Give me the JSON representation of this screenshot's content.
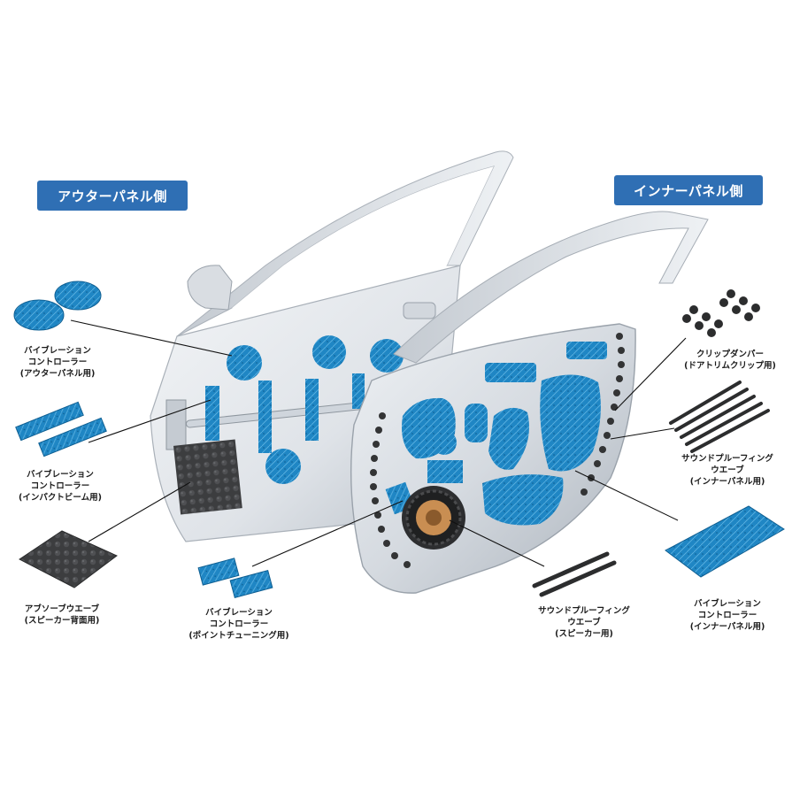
{
  "headers": {
    "outer": "アウターパネル側",
    "inner": "インナーパネル側"
  },
  "colors": {
    "badge": "#2f6fb4",
    "pad": "#1f86c4",
    "pad_dark": "#145f93",
    "foam": "#3c3d3f",
    "door_light": "#e9ecef",
    "door_mid": "#c9ced4",
    "door_dark": "#9ea5ad",
    "leader": "#111111"
  },
  "labels": {
    "outer_panel_controller": [
      "バイブレーション",
      "コントローラー",
      "(アウターパネル用)"
    ],
    "impact_beam_controller": [
      "バイブレーション",
      "コントローラー",
      "(インパクトビーム用)"
    ],
    "absorb_wave": [
      "アブソーブウエーブ",
      "(スピーカー背面用)"
    ],
    "point_tuning_controller": [
      "バイブレーション",
      "コントローラー",
      "(ポイントチューニング用)"
    ],
    "clip_damper": [
      "クリップダンパー",
      "(ドアトリムクリップ用)"
    ],
    "soundproofing_wave_inner": [
      "サウンドプルーフィング",
      "ウエーブ",
      "(インナーパネル用)"
    ],
    "soundproofing_wave_speaker": [
      "サウンドプルーフィング",
      "ウエーブ",
      "(スピーカー用)"
    ],
    "inner_panel_controller": [
      "バイブレーション",
      "コントローラー",
      "(インナーパネル用)"
    ]
  }
}
